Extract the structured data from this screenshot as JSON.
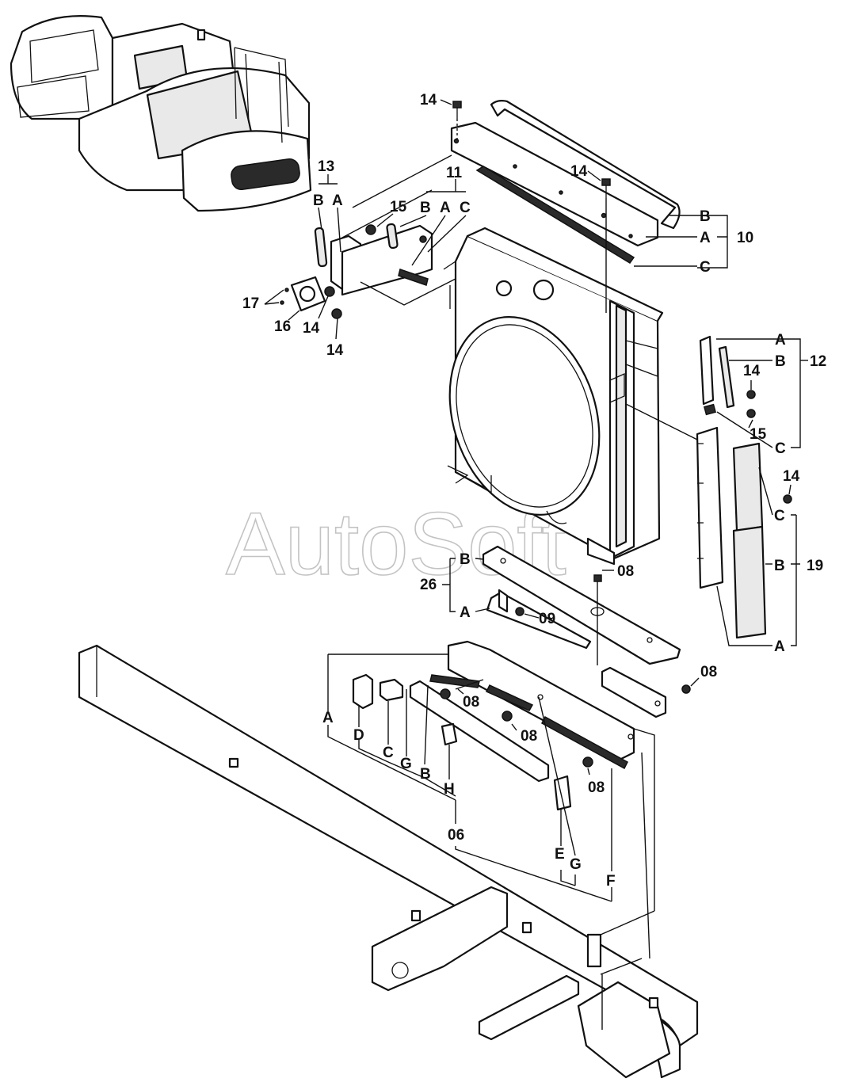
{
  "watermark": "AutoSoft",
  "callouts": {
    "c06": "06",
    "c08a": "08",
    "c08b": "08",
    "c08c": "08",
    "c08d": "08",
    "c08e": "08",
    "c09": "09",
    "c10": "10",
    "c11": "11",
    "c12": "12",
    "c13": "13",
    "c14a": "14",
    "c14b": "14",
    "c14c": "14",
    "c14d": "14",
    "c14e": "14",
    "c14f": "14",
    "c15a": "15",
    "c15b": "15",
    "c16": "16",
    "c17": "17",
    "c19": "19",
    "c26": "26"
  },
  "letters": {
    "g13B": "B",
    "g13A": "A",
    "g11B": "B",
    "g11A": "A",
    "g11C": "C",
    "g10B": "B",
    "g10A": "A",
    "g10C": "C",
    "g12A": "A",
    "g12B": "B",
    "g12C": "C",
    "g19C": "C",
    "g19B": "B",
    "g19A": "A",
    "g26B": "B",
    "g26A": "A",
    "g06A": "A",
    "g06D": "D",
    "g06C": "C",
    "g06G1": "G",
    "g06B": "B",
    "g06H": "H",
    "g06E": "E",
    "g06G2": "G",
    "g06F": "F"
  }
}
